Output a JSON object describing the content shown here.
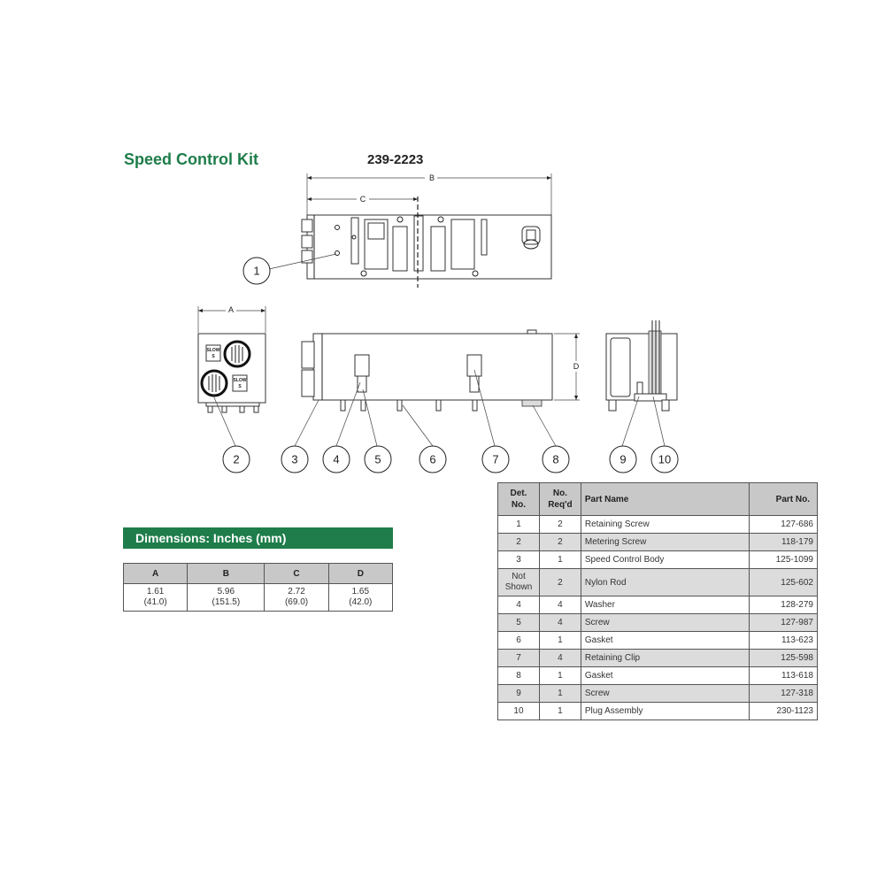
{
  "title": "Speed Control Kit",
  "kit_number": "239-2223",
  "drawing": {
    "dimension_labels": {
      "a": "A",
      "b": "B",
      "c": "C",
      "d": "D"
    },
    "knob_labels": {
      "slow": "SLOW",
      "s": "S"
    },
    "callouts": [
      "1",
      "2",
      "3",
      "4",
      "5",
      "6",
      "7",
      "8",
      "9",
      "10"
    ]
  },
  "dimensions": {
    "header": "Dimensions: Inches (mm)",
    "columns": [
      "A",
      "B",
      "C",
      "D"
    ],
    "values": [
      {
        "in": "1.61",
        "mm": "(41.0)"
      },
      {
        "in": "5.96",
        "mm": "(151.5)"
      },
      {
        "in": "2.72",
        "mm": "(69.0)"
      },
      {
        "in": "1.65",
        "mm": "(42.0)"
      }
    ]
  },
  "parts": {
    "headers": {
      "det": "Det.\nNo.",
      "req": "No.\nReq'd",
      "name": "Part Name",
      "part": "Part No."
    },
    "rows": [
      {
        "det": "1",
        "req": "2",
        "name": "Retaining Screw",
        "part": "127-686"
      },
      {
        "det": "2",
        "req": "2",
        "name": "Metering Screw",
        "part": "118-179"
      },
      {
        "det": "3",
        "req": "1",
        "name": "Speed Control Body",
        "part": "125-1099"
      },
      {
        "det": "Not\nShown",
        "req": "2",
        "name": "Nylon Rod",
        "part": "125-602"
      },
      {
        "det": "4",
        "req": "4",
        "name": "Washer",
        "part": "128-279"
      },
      {
        "det": "5",
        "req": "4",
        "name": "Screw",
        "part": "127-987"
      },
      {
        "det": "6",
        "req": "1",
        "name": "Gasket",
        "part": "113-623"
      },
      {
        "det": "7",
        "req": "4",
        "name": "Retaining Clip",
        "part": "125-598"
      },
      {
        "det": "8",
        "req": "1",
        "name": "Gasket",
        "part": "113-618"
      },
      {
        "det": "9",
        "req": "1",
        "name": "Screw",
        "part": "127-318"
      },
      {
        "det": "10",
        "req": "1",
        "name": "Plug Assembly",
        "part": "230-1123"
      }
    ]
  }
}
